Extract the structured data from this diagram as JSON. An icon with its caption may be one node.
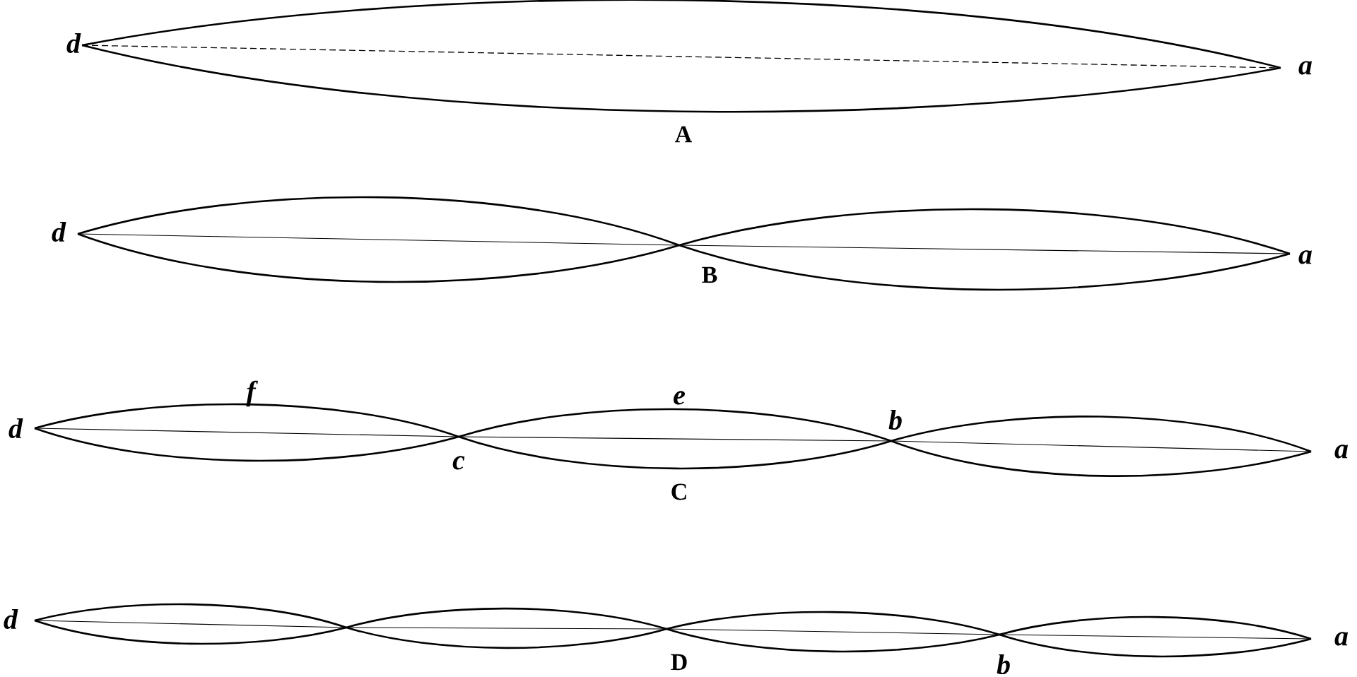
{
  "diagram": {
    "labels": [
      "d",
      "a",
      "A",
      "d",
      "a",
      "B",
      "f",
      "e",
      "b",
      "d",
      "c",
      "a",
      "C",
      "d",
      "a",
      "D",
      "b"
    ]
  }
}
